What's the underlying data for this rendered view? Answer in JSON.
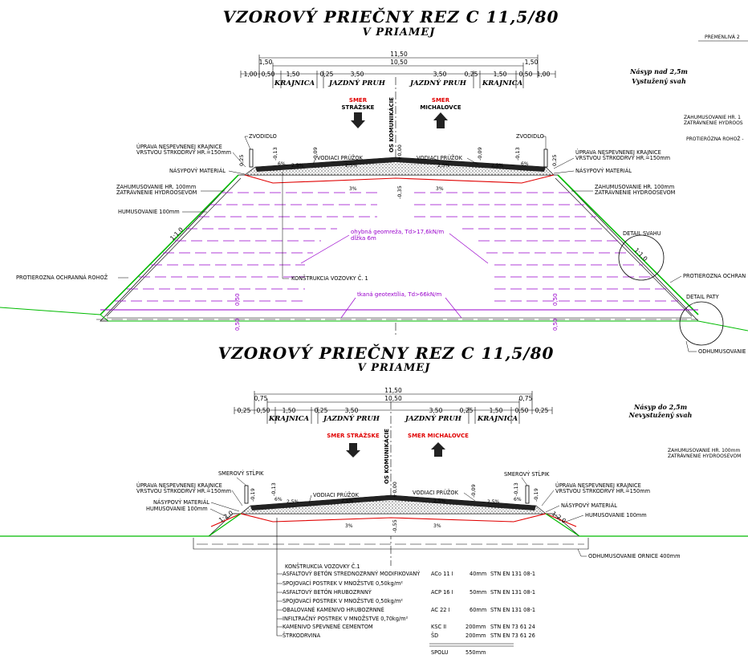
{
  "page_label": "PREMENLIVÁ  2",
  "sections": [
    {
      "title": "VZOROVÝ  PRIEČNY  REZ   C  11,5/80",
      "subtitle": "V  PRIAMEJ",
      "note_line1": "Násyp nad 2,5m",
      "note_line2": "Vystužený svah",
      "dims_total_outer": "11,50",
      "dims_total_inner": "10,50",
      "dims_segments": [
        "1,00",
        "0,50",
        "1,50",
        "0,25",
        "3,50",
        "3,50",
        "0,25",
        "1,50",
        "0,50",
        "1,00"
      ],
      "dim_side_left": "1,50",
      "dim_side_right": "1,50",
      "lanes": [
        "KRAJNICA",
        "JAZDNÝ  PRUH",
        "JAZDNÝ  PRUH",
        "KRAJNICA"
      ],
      "dir_left_line1": "SMER",
      "dir_left_line2": "STRÁŽSKE",
      "dir_right_line1": "SMER",
      "dir_right_line2": "MICHALOVCE",
      "axis_label": "OS KOMUNIKÁCIE",
      "labels": {
        "zvodidlo": "ZVODIDLO",
        "oprava1": "ÚPRAVA NESPEVNENEJ KRAJNICE",
        "oprava2": "VRSTVOU ŠTRKODRVY HR.=150mm",
        "nasypovy": "NÁSYPOVÝ MATERIÁL",
        "vodiaci": "VODIACI PRÚŽOK",
        "zahum1": "ZAHUMUSOVANIE HR. 100mm",
        "zahum2": "ZATRÁVNENIE HYDROOSEVOM",
        "humusovanie": "HUMUSOVANIE 100mm",
        "protierozna": "PROTIEROZNA OCHRANNÁ ROHOŽ",
        "protierozna_r": "PROTIEROZNA OCHRAN",
        "protierozna_top": "PROTIERÓZNA ROHOŽ -",
        "konstrukcia": "KONŠTRUKCIA VOZOVKY Č. 1",
        "geomreza1": "ohybná geomreža, Td>17,6kN/m",
        "geomreza2": "dĺžka 6m",
        "geotextilia": "tkaná geotextília, Td>66kN/m",
        "detail_svahu": "DETAIL SVAHU",
        "detail_paty": "DETAIL PATY",
        "odhumusovanie": "ODHUMUSOVANIE",
        "zahum_r1": "ZAHUMUSOVANIE HR. 1",
        "zahum_r2": "ZATRÁVNENIE HYDROOS"
      },
      "slopes": {
        "p1": "2,5%",
        "p2": "6%",
        "p3": "3%",
        "s1": "1:1,0",
        "s2": "1:1,0"
      },
      "levels": {
        "a": "-0,13",
        "b": "-0,09",
        "c": "+0,00",
        "d": "-0,35",
        "e": "0,25",
        "f": "0,50",
        "g": "0,50"
      }
    },
    {
      "title": "VZOROVÝ  PRIEČNY  REZ   C  11,5/80",
      "subtitle": "V  PRIAMEJ",
      "note_line1": "Násyp do 2,5m",
      "note_line2": "Nevystužený svah",
      "dims_total_outer": "11,50",
      "dims_total_inner": "10,50",
      "dims_segments": [
        "0,25",
        "0,50",
        "1,50",
        "0,25",
        "3,50",
        "3,50",
        "0,25",
        "1,50",
        "0,50",
        "0,25"
      ],
      "dim_side_left": "0,75",
      "dim_side_right": "0,75",
      "lanes": [
        "KRAJNICA",
        "JAZDNÝ  PRUH",
        "JAZDNÝ  PRUH",
        "KRAJNICA"
      ],
      "dir_left": "SMER STRÁŽSKE",
      "dir_right": "SMER MICHALOVCE",
      "axis_label": "OS KOMUNIKÁCIE",
      "labels": {
        "smerovy": "SMEROVÝ STĹPIK",
        "oprava1": "ÚPRAVA NESPEVNENEJ KRAJNICE",
        "oprava2": "VRSTVOU ŠTRKODRVY HR.=150mm",
        "nasypovy": "NÁSYPOVÝ MATERIÁL",
        "vodiaci": "VODIACI PRÚŽOK",
        "humusovanie": "HUMUSOVANIE 100mm",
        "zahum1": "ZAHUMUSOVANIE HR. 100mm",
        "zahum2": "ZATRÁVNENIE HYDROOSEVOM",
        "odhum": "ODHUMUSOVANIE ORNICE 400mm"
      },
      "slopes": {
        "p1": "2,5%",
        "p2": "6%",
        "p3": "3%",
        "s1": "1:2,0",
        "s2": "1:2,0"
      },
      "levels": {
        "a": "-0,19",
        "b": "-0,13",
        "c": "+0,00",
        "d": "-0,09",
        "e": "-0,55"
      }
    }
  ],
  "legend": {
    "title": "KONŠTRUKCIA VOZOVKY Č.1",
    "rows": [
      {
        "name": "ASFALTOVÝ BETÓN STREDNOZRNNÝ MODIFIKOVANÝ",
        "code": "ACo  11 I",
        "thick": "40mm",
        "norm": "STN EN 131 08-1"
      },
      {
        "name": "SPOJOVACÍ POSTREK V MNOŽSTVE 0,50kg/m²",
        "code": "",
        "thick": "",
        "norm": ""
      },
      {
        "name": "ASFALTOVÝ BETÓN HRUBOZRNNÝ",
        "code": "ACP  16 I",
        "thick": "50mm",
        "norm": "STN EN 131 08-1"
      },
      {
        "name": "SPOJOVACÍ POSTREK V MNOŽSTVE 0,50kg/m²",
        "code": "",
        "thick": "",
        "norm": ""
      },
      {
        "name": "OBALOVANÉ KAMENIVO HRUBOZRNNÉ",
        "code": "AC  22 I",
        "thick": "60mm",
        "norm": "STN EN 131 08-1"
      },
      {
        "name": "INFILTRAČNÝ POSTREK V MNOŽSTVE 0,70kg/m²",
        "code": "",
        "thick": "",
        "norm": ""
      },
      {
        "name": "KAMENIVO SPEVNENÉ CEMENTOM",
        "code": "KSC II",
        "thick": "200mm",
        "norm": "STN EN 73 61 24"
      },
      {
        "name": "ŠTRKODRVINA",
        "code": "ŠD",
        "thick": "200mm",
        "norm": "STN EN 73 61 26"
      }
    ],
    "total_label": "SPOLU",
    "total_value": "550mm"
  }
}
